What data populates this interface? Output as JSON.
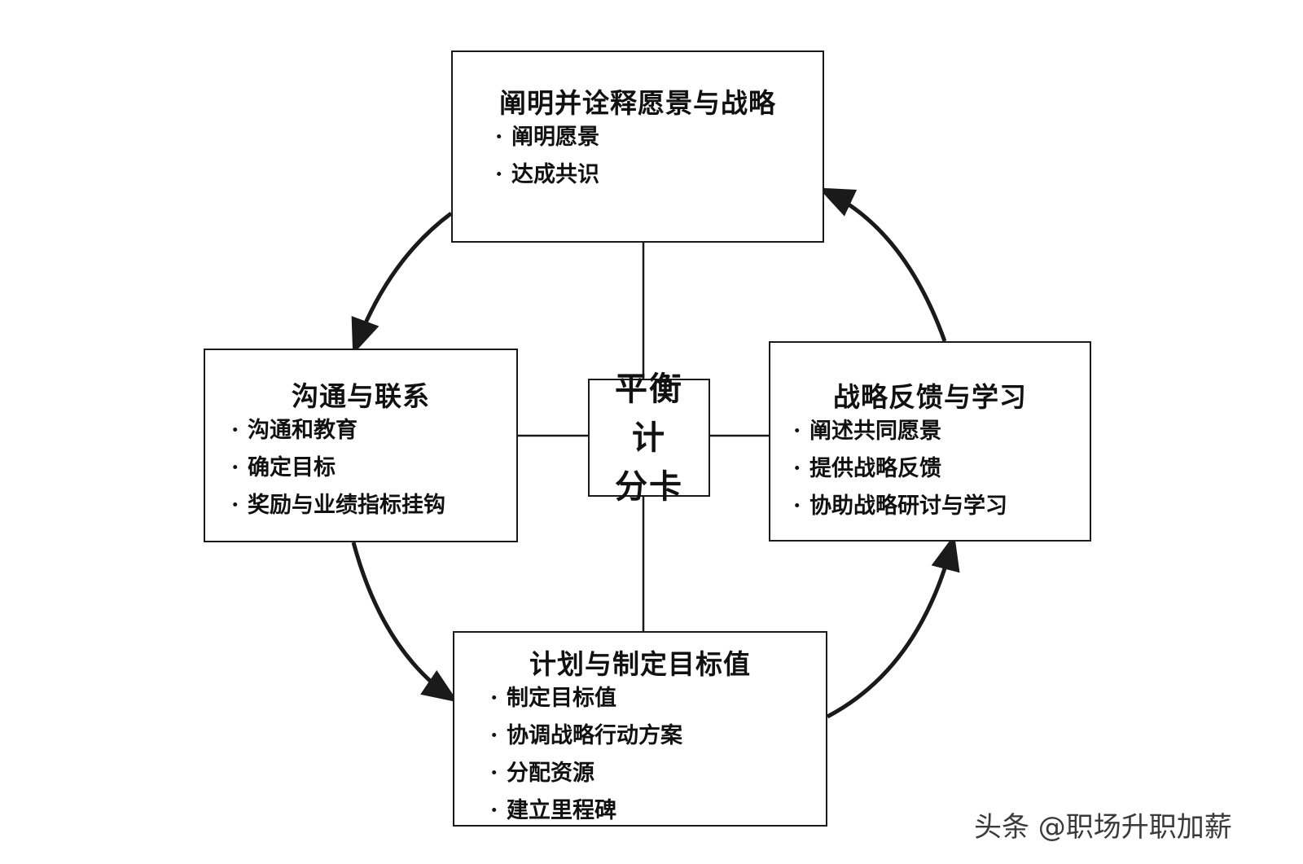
{
  "diagram": {
    "center": {
      "line1": "平衡计",
      "line2": "分卡"
    },
    "top": {
      "title": "阐明并诠释愿景与战略",
      "items": [
        "阐明愿景",
        "达成共识"
      ]
    },
    "left": {
      "title": "沟通与联系",
      "items": [
        "沟通和教育",
        "确定目标",
        "奖励与业绩指标挂钩"
      ]
    },
    "right": {
      "title": "战略反馈与学习",
      "items": [
        "阐述共同愿景",
        "提供战略反馈",
        "协助战略研讨与学习"
      ]
    },
    "bottom": {
      "title": "计划与制定目标值",
      "items": [
        "制定目标值",
        "协调战略行动方案",
        "分配资源",
        "建立里程碑"
      ]
    },
    "bullet": "·"
  },
  "watermark": "头条 @职场升职加薪",
  "colors": {
    "line": "#1a1a1a",
    "background": "#ffffff",
    "text": "#111111"
  }
}
